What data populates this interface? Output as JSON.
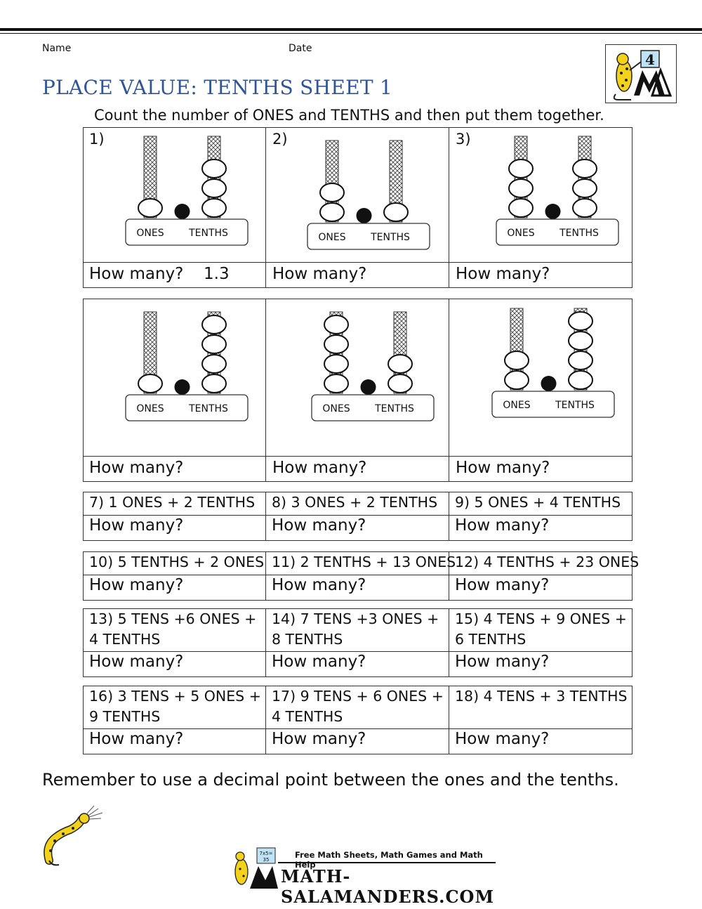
{
  "header": {
    "name_label": "Name",
    "date_label": "Date",
    "title": "PLACE VALUE: TENTHS SHEET 1",
    "instruction": "Count the number of ONES and TENTHS and then put them together.",
    "grade_badge": "4"
  },
  "abacus_labels": {
    "ones": "ONES",
    "tenths": "TENTHS"
  },
  "how_many_label": "How many?",
  "abacus_row1": [
    {
      "number": "1)",
      "ones": 1,
      "tenths": 3,
      "answer": "1.3"
    },
    {
      "number": "2)",
      "ones": 2,
      "tenths": 1,
      "answer": ""
    },
    {
      "number": "3)",
      "ones": 3,
      "tenths": 3,
      "answer": ""
    }
  ],
  "abacus_row2": [
    {
      "number": "",
      "ones": 1,
      "tenths": 4,
      "answer": ""
    },
    {
      "number": "",
      "ones": 4,
      "tenths": 2,
      "answer": ""
    },
    {
      "number": "",
      "ones": 2,
      "tenths": 4,
      "answer": ""
    }
  ],
  "text_rows": [
    {
      "questions": [
        [
          "7) 1 ONES + 2 TENTHS"
        ],
        [
          "8) 3 ONES + 2 TENTHS"
        ],
        [
          "9) 5 ONES + 4 TENTHS"
        ]
      ]
    },
    {
      "questions": [
        [
          "10) 5 TENTHS + 2 ONES"
        ],
        [
          "11) 2 TENTHS + 13 ONES"
        ],
        [
          "12) 4 TENTHS + 23 ONES"
        ]
      ]
    },
    {
      "questions": [
        [
          "13) 5 TENS +6 ONES +",
          "4 TENTHS"
        ],
        [
          "14) 7 TENS +3 ONES +",
          "8 TENTHS"
        ],
        [
          "15) 4 TENS + 9 ONES +",
          "6 TENTHS"
        ]
      ]
    },
    {
      "questions": [
        [
          "16) 3 TENS + 5 ONES +",
          "9 TENTHS"
        ],
        [
          "17) 9 TENS + 6 ONES +",
          "4 TENTHS"
        ],
        [
          "18) 4 TENS + 3 TENTHS"
        ]
      ]
    }
  ],
  "reminder": "Remember to use a decimal point between the ones and the tenths.",
  "footer": {
    "tagline": "Free Math Sheets, Math Games and Math Help",
    "site": "MATH-SALAMANDERS.COM"
  },
  "colors": {
    "title_blue": "#2f5597",
    "badge_blue": "#bfe3f5",
    "salamander_yellow": "#f2d21b"
  }
}
